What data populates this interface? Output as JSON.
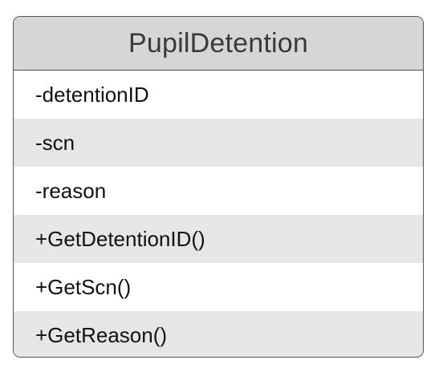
{
  "diagram": {
    "class_name": "PupilDetention",
    "attributes": [
      "-detentionID",
      "-scn",
      "-reason"
    ],
    "methods": [
      "+GetDetentionID()",
      "+GetScn()",
      "+GetReason()"
    ],
    "colors": {
      "header_bg": "#d6d6d6",
      "border": "#555555",
      "row_stripe": "#e6e6e6",
      "row_plain": "#ffffff"
    }
  }
}
